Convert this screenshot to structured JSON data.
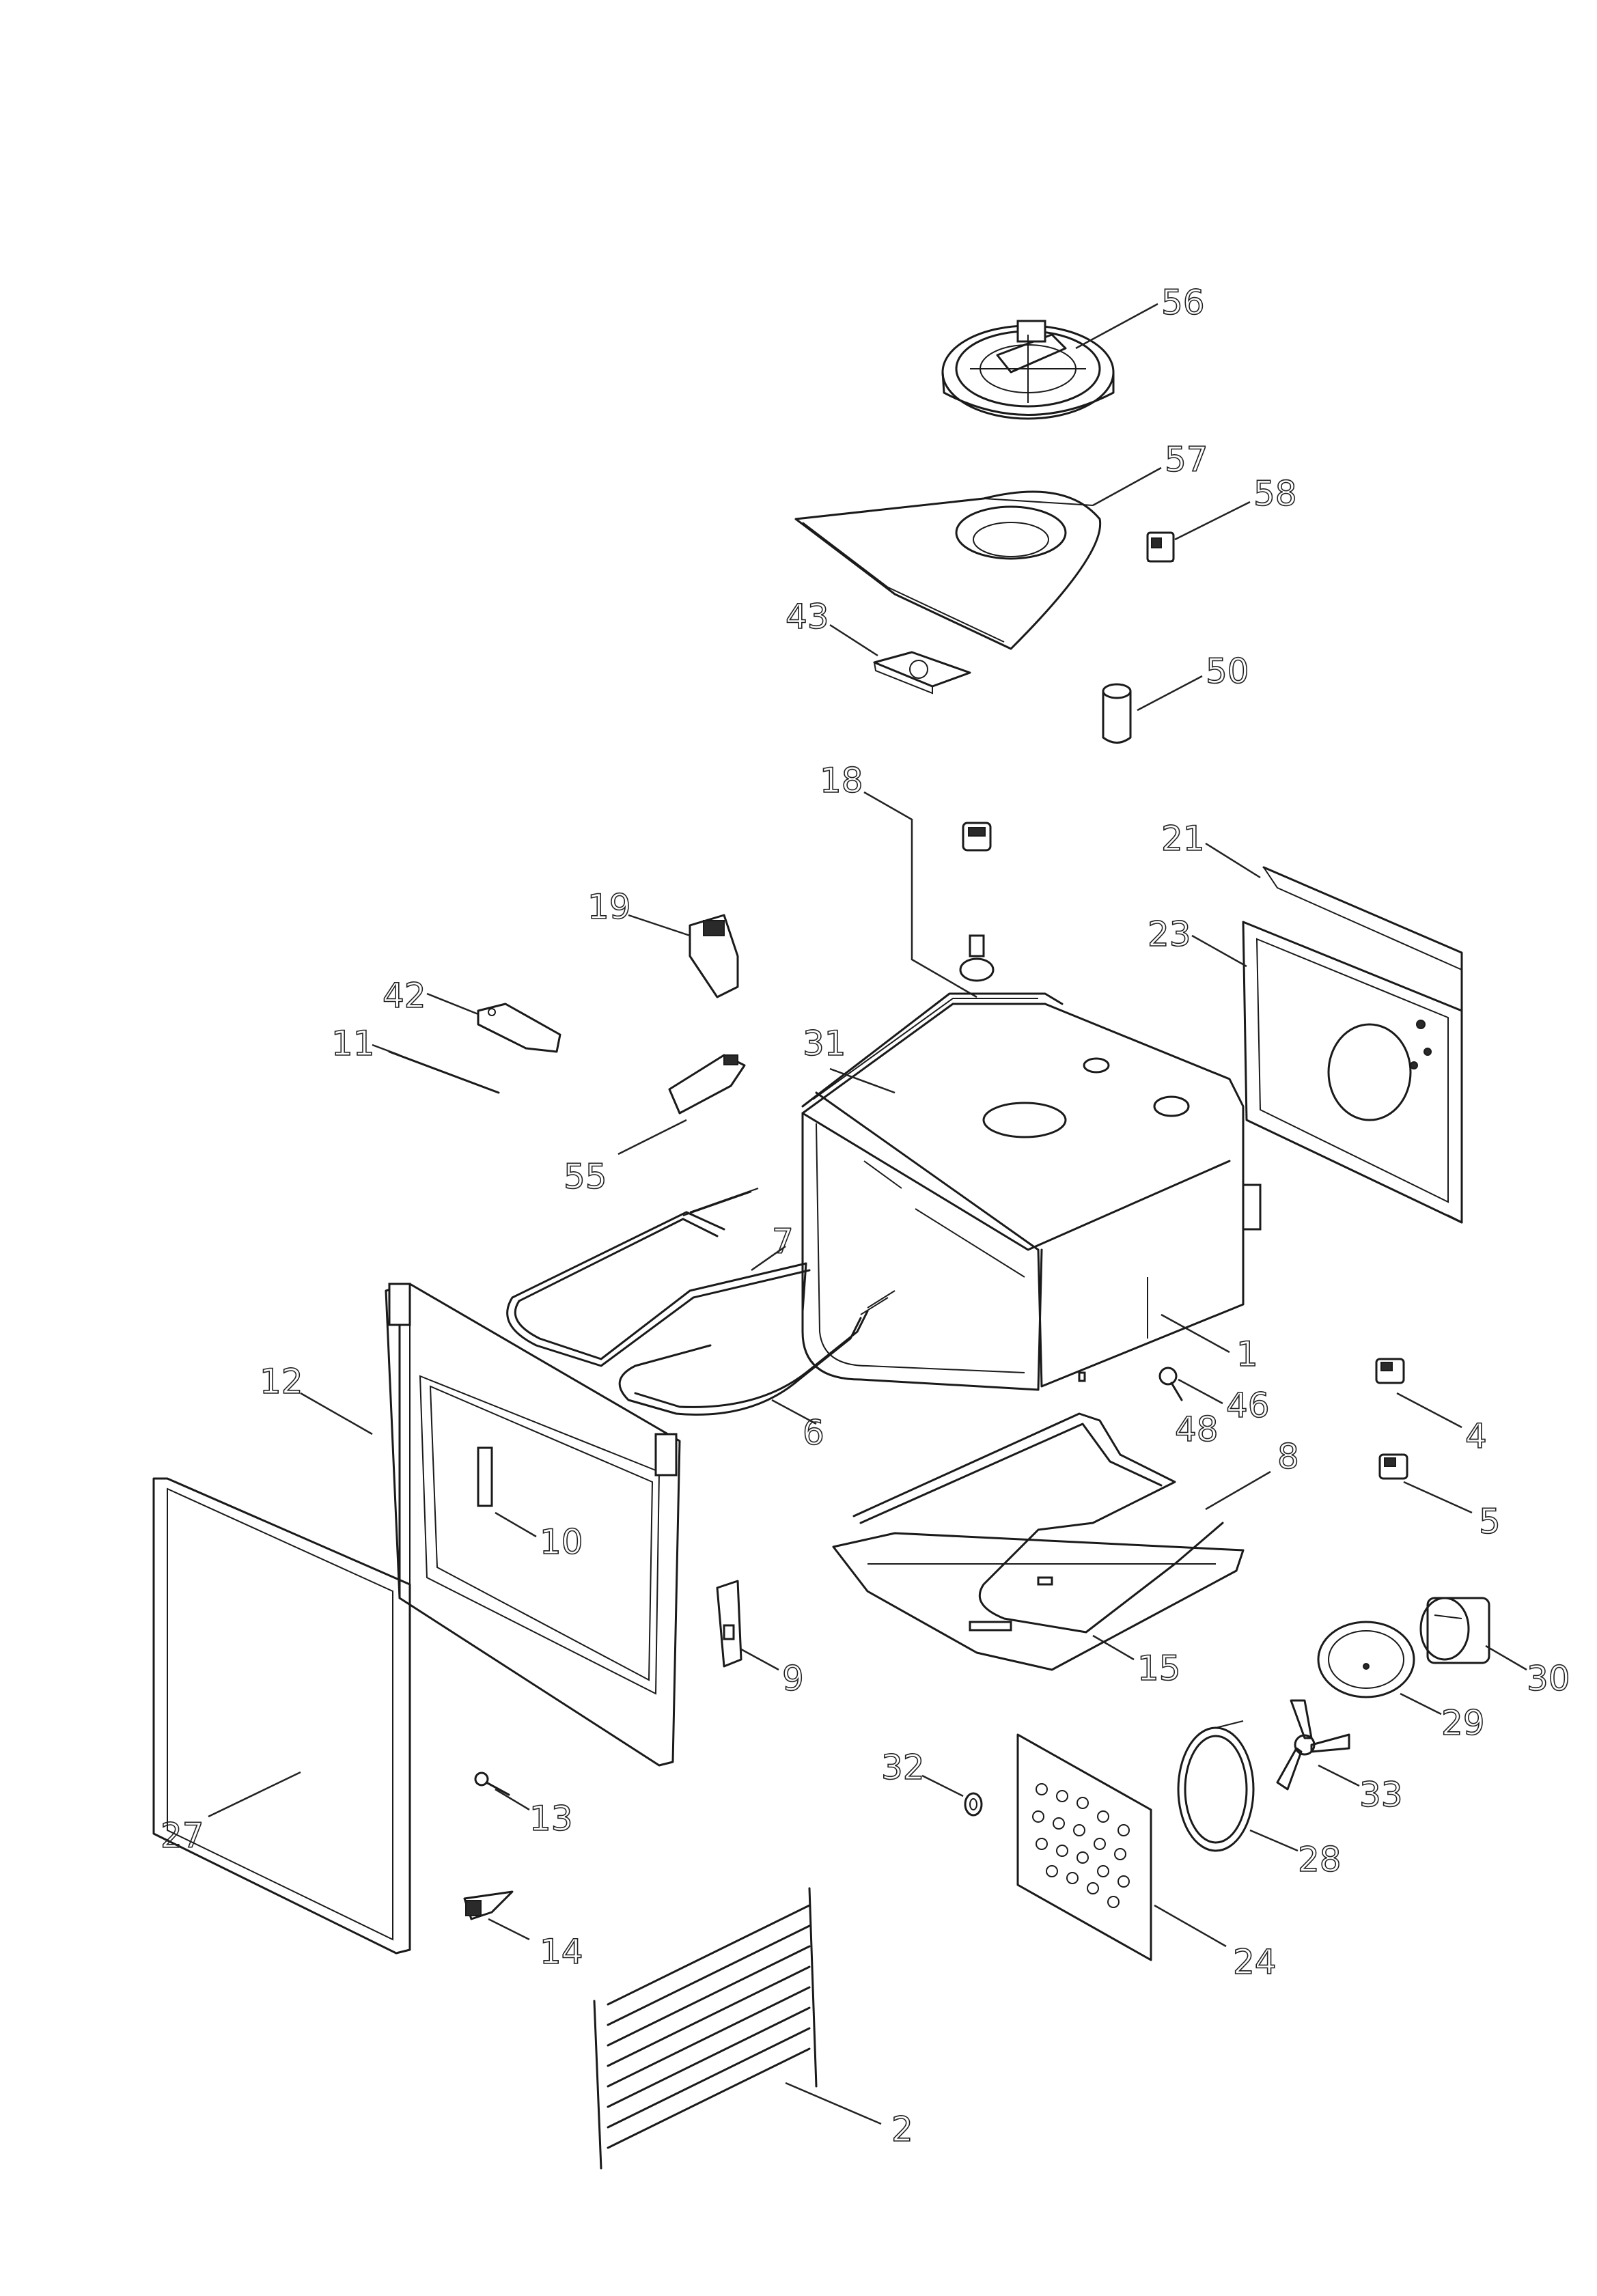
{
  "parts": [
    {
      "id": "p56",
      "label": "56"
    },
    {
      "id": "p57",
      "label": "57"
    },
    {
      "id": "p58",
      "label": "58"
    },
    {
      "id": "p43",
      "label": "43"
    },
    {
      "id": "p50",
      "label": "50"
    },
    {
      "id": "p18",
      "label": "18"
    },
    {
      "id": "p21",
      "label": "21"
    },
    {
      "id": "p23",
      "label": "23"
    },
    {
      "id": "p19",
      "label": "19"
    },
    {
      "id": "p42",
      "label": "42"
    },
    {
      "id": "p11",
      "label": "11"
    },
    {
      "id": "p31",
      "label": "31"
    },
    {
      "id": "p55",
      "label": "55"
    },
    {
      "id": "p7",
      "label": "7"
    },
    {
      "id": "p1",
      "label": "1"
    },
    {
      "id": "p12",
      "label": "12"
    },
    {
      "id": "p46",
      "label": "46"
    },
    {
      "id": "p48",
      "label": "48"
    },
    {
      "id": "p6",
      "label": "6"
    },
    {
      "id": "p4",
      "label": "4"
    },
    {
      "id": "p8",
      "label": "8"
    },
    {
      "id": "p5",
      "label": "5"
    },
    {
      "id": "p10",
      "label": "10"
    },
    {
      "id": "p15",
      "label": "15"
    },
    {
      "id": "p30",
      "label": "30"
    },
    {
      "id": "p9",
      "label": "9"
    },
    {
      "id": "p29",
      "label": "29"
    },
    {
      "id": "p33",
      "label": "33"
    },
    {
      "id": "p32",
      "label": "32"
    },
    {
      "id": "p27",
      "label": "27"
    },
    {
      "id": "p13",
      "label": "13"
    },
    {
      "id": "p28",
      "label": "28"
    },
    {
      "id": "p14",
      "label": "14"
    },
    {
      "id": "p24",
      "label": "24"
    },
    {
      "id": "p2",
      "label": "2"
    }
  ]
}
